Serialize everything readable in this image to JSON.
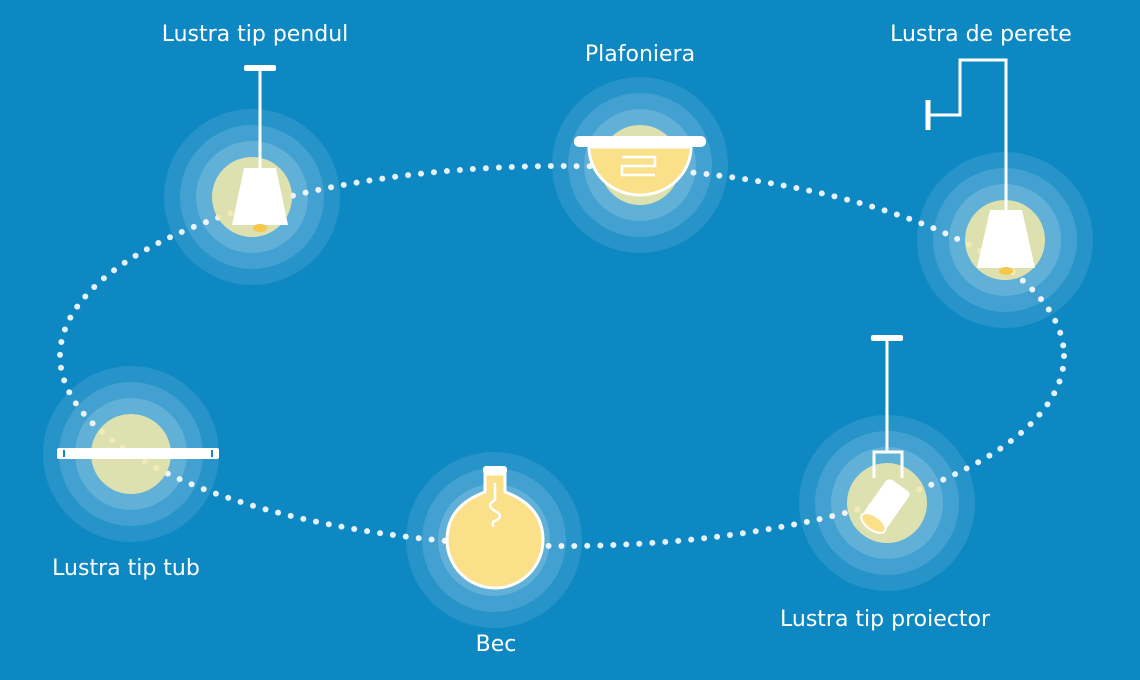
{
  "labels": {
    "pendant": "Lustra tip pendul",
    "ceiling": "Plafoniera",
    "wall": "Lustra de perete",
    "tube": "Lustra tip tub",
    "bulb": "Bec",
    "spot": "Lustra tip proiector"
  },
  "colors": {
    "background": "#0e88c3",
    "glow_core": "#f3e9a8",
    "bulb_fill": "#fbe08a",
    "fixture": "#ffffff",
    "dots": "#e6f2fa"
  }
}
